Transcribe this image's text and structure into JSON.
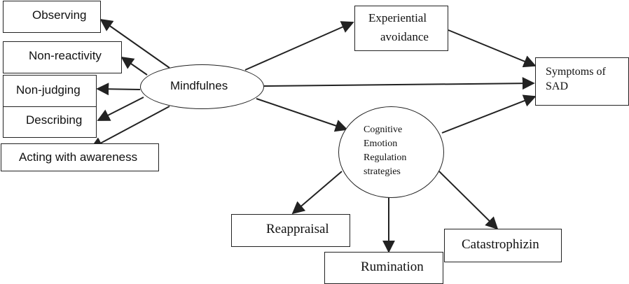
{
  "diagram": {
    "central_node": {
      "label": "Mindfulnes",
      "shape": "ellipse"
    },
    "facets": [
      {
        "label": "Observing"
      },
      {
        "label": "Non-reactivity"
      },
      {
        "label": "Non-judging"
      },
      {
        "label": "Describing"
      },
      {
        "label": "Acting with awareness"
      }
    ],
    "mediators": {
      "experiential_avoidance": {
        "line1": "Experiential",
        "line2": "avoidance"
      },
      "cers": {
        "lines": [
          "Cognitive",
          "Emotion",
          "Regulation",
          "strategies"
        ],
        "shape": "ellipse"
      }
    },
    "outcome": {
      "line1": "Symptoms of",
      "line2": "SAD"
    },
    "strategies": [
      {
        "label": "Reappraisal"
      },
      {
        "label": "Rumination"
      },
      {
        "label": "Catastrophizin"
      }
    ],
    "edges": [
      {
        "from": "Mindfulnes",
        "to": "Observing"
      },
      {
        "from": "Mindfulnes",
        "to": "Non-reactivity"
      },
      {
        "from": "Mindfulnes",
        "to": "Non-judging"
      },
      {
        "from": "Mindfulnes",
        "to": "Describing"
      },
      {
        "from": "Mindfulnes",
        "to": "Acting with awareness"
      },
      {
        "from": "Mindfulnes",
        "to": "Experiential avoidance"
      },
      {
        "from": "Mindfulnes",
        "to": "Symptoms of SAD"
      },
      {
        "from": "Mindfulnes",
        "to": "Cognitive Emotion Regulation strategies"
      },
      {
        "from": "Experiential avoidance",
        "to": "Symptoms of SAD"
      },
      {
        "from": "Cognitive Emotion Regulation strategies",
        "to": "Symptoms of SAD"
      },
      {
        "from": "Cognitive Emotion Regulation strategies",
        "to": "Reappraisal"
      },
      {
        "from": "Cognitive Emotion Regulation strategies",
        "to": "Rumination"
      },
      {
        "from": "Cognitive Emotion Regulation strategies",
        "to": "Catastrophizin"
      }
    ],
    "colors": {
      "stroke": "#222222",
      "background": "#ffffff",
      "text": "#111111"
    }
  }
}
